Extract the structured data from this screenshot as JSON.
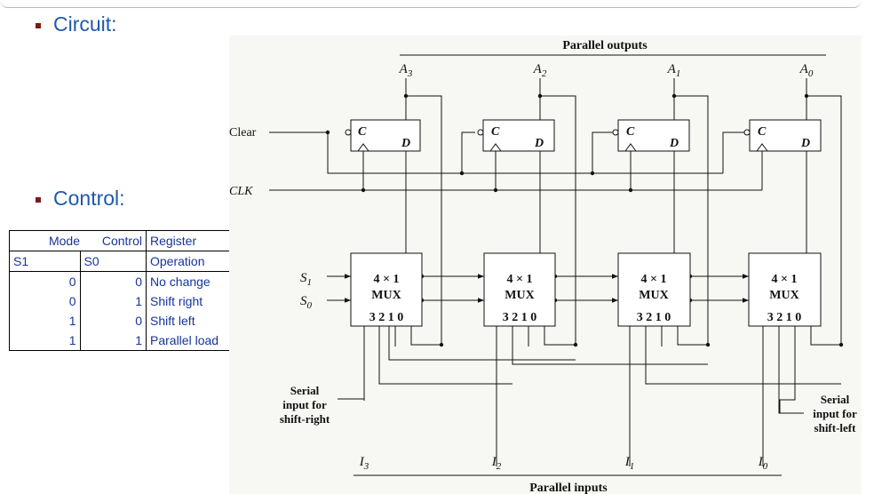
{
  "sections": {
    "circuit": "Circuit:",
    "control": "Control:"
  },
  "control_table": {
    "header1": [
      "Mode",
      "Control",
      "Register"
    ],
    "header2": [
      "S1",
      "S0",
      "Operation"
    ],
    "rows": [
      {
        "s1": "0",
        "s0": "0",
        "op": "No change"
      },
      {
        "s1": "0",
        "s0": "1",
        "op": "Shift right"
      },
      {
        "s1": "1",
        "s0": "0",
        "op": "Shift left"
      },
      {
        "s1": "1",
        "s0": "1",
        "op": "Parallel load"
      }
    ]
  },
  "diagram": {
    "parallel_outputs": "Parallel outputs",
    "parallel_inputs": "Parallel inputs",
    "clear": "Clear",
    "clk": "CLK",
    "s1": "S",
    "s1_sub": "1",
    "s0": "S",
    "s0_sub": "0",
    "ff_c": "C",
    "ff_d": "D",
    "mux_top": "4 × 1",
    "mux_bottom": "MUX",
    "mux_pins": "3 2 1 0",
    "outputs": [
      {
        "letter": "A",
        "sub": "3"
      },
      {
        "letter": "A",
        "sub": "2"
      },
      {
        "letter": "A",
        "sub": "1"
      },
      {
        "letter": "A",
        "sub": "0"
      }
    ],
    "inputs": [
      {
        "letter": "I",
        "sub": "3"
      },
      {
        "letter": "I",
        "sub": "2"
      },
      {
        "letter": "I",
        "sub": "1"
      },
      {
        "letter": "I",
        "sub": "0"
      }
    ],
    "serial_right": [
      "Serial",
      "input for",
      "shift-right"
    ],
    "serial_left": [
      "Serial",
      "input for",
      "shift-left"
    ]
  }
}
